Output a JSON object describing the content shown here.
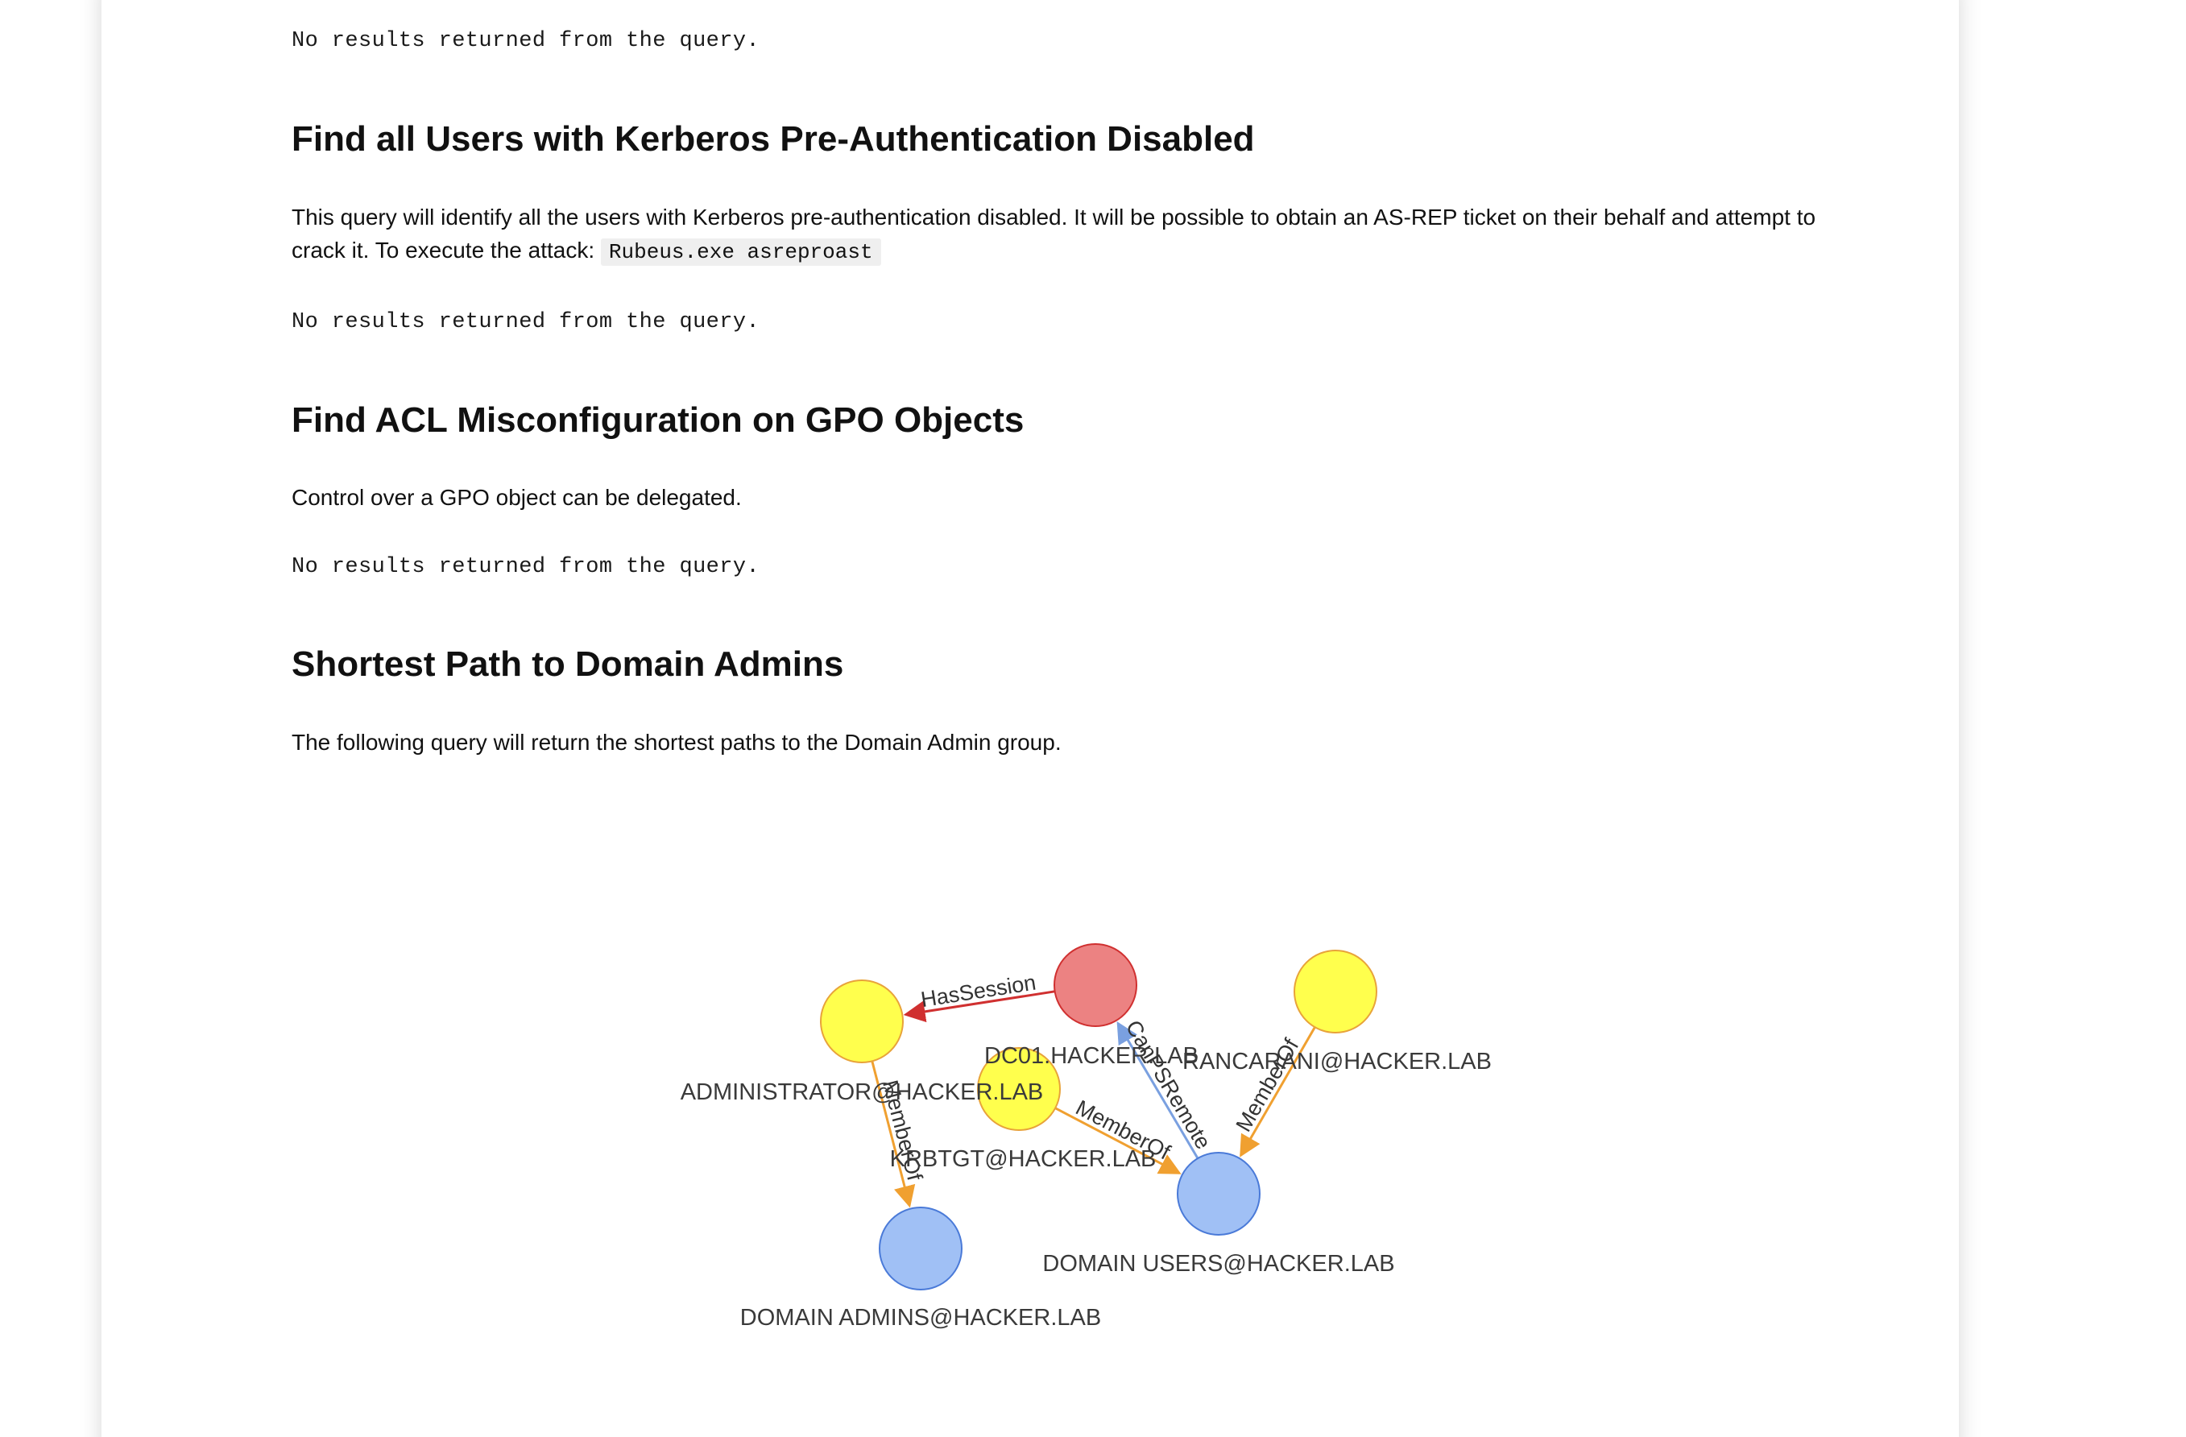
{
  "sections": {
    "kerberos": {
      "prev_result": "No results returned from the query.",
      "title": "Find all Users with Kerberos Pre-Authentication Disabled",
      "description": "This query will identify all the users with Kerberos pre-authentication disabled. It will be possible to obtain an AS-REP ticket on their behalf and attempt to crack it. To execute the attack:",
      "command": "Rubeus.exe asreproast",
      "result": "No results returned from the query."
    },
    "gpo": {
      "title": "Find ACL Misconfiguration on GPO Objects",
      "description": "Control over a GPO object can be delegated.",
      "result": "No results returned from the query."
    },
    "shortest_path": {
      "title": "Shortest Path to Domain Admins",
      "description": "The following query will return the shortest paths to the Domain Admin group."
    }
  },
  "graph": {
    "colors": {
      "user_fill": "#ffff4d",
      "user_stroke": "#e8a33a",
      "computer_fill": "#ec8282",
      "computer_stroke": "#d03030",
      "group_fill": "#a0c0f5",
      "group_stroke": "#4a7ad8",
      "edge_member": "#f0a030",
      "edge_session": "#d03030",
      "edge_psremote": "#7aa0e0"
    },
    "nodes": [
      {
        "id": "administrator",
        "label": "ADMINISTRATOR@HACKER.LAB",
        "kind": "user"
      },
      {
        "id": "dc01",
        "label": "DC01.HACKER.LAB",
        "kind": "computer"
      },
      {
        "id": "krbtgt",
        "label": "KRBTGT@HACKER.LAB",
        "kind": "user"
      },
      {
        "id": "rancarani",
        "label": "RANCARANI@HACKER.LAB",
        "kind": "user"
      },
      {
        "id": "domain_users",
        "label": "DOMAIN USERS@HACKER.LAB",
        "kind": "group"
      },
      {
        "id": "domain_admins",
        "label": "DOMAIN ADMINS@HACKER.LAB",
        "kind": "group"
      }
    ],
    "edges": [
      {
        "from": "dc01",
        "to": "administrator",
        "label": "HasSession",
        "kind": "session"
      },
      {
        "from": "administrator",
        "to": "domain_admins",
        "label": "MemberOf",
        "kind": "member"
      },
      {
        "from": "krbtgt",
        "to": "domain_users",
        "label": "MemberOf",
        "kind": "member"
      },
      {
        "from": "domain_users",
        "to": "dc01",
        "label": "CanPSRemote",
        "kind": "psremote"
      },
      {
        "from": "rancarani",
        "to": "domain_users",
        "label": "MemberOf",
        "kind": "member"
      }
    ]
  }
}
